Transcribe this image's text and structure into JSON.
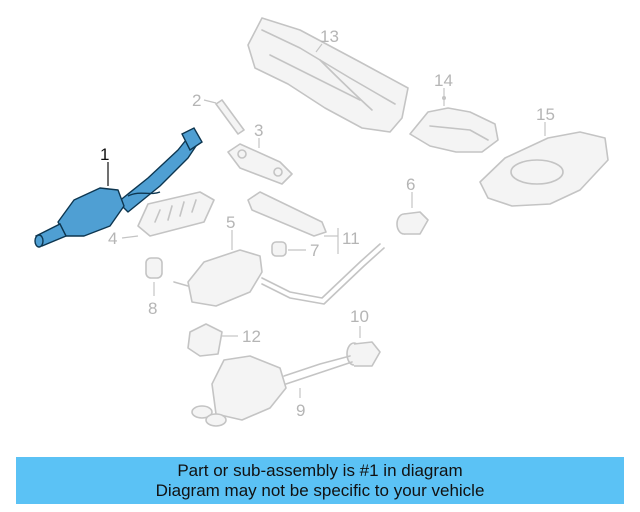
{
  "diagram": {
    "callouts": {
      "c1": "1",
      "c2": "2",
      "c3": "3",
      "c4": "4",
      "c5": "5",
      "c6": "6",
      "c7": "7",
      "c8": "8",
      "c9": "9",
      "c10": "10",
      "c11": "11",
      "c12": "12",
      "c13": "13",
      "c14": "14",
      "c15": "15"
    },
    "highlighted_part": "1",
    "colors": {
      "highlight_fill": "#4f9fd3",
      "highlight_stroke": "#0d3650",
      "ghost_stroke": "#c4c4c4",
      "banner": "#5bc2f5"
    }
  },
  "banner": {
    "line1": "Part or sub-assembly is #1 in diagram",
    "line2": "Diagram may not be specific to your vehicle"
  }
}
